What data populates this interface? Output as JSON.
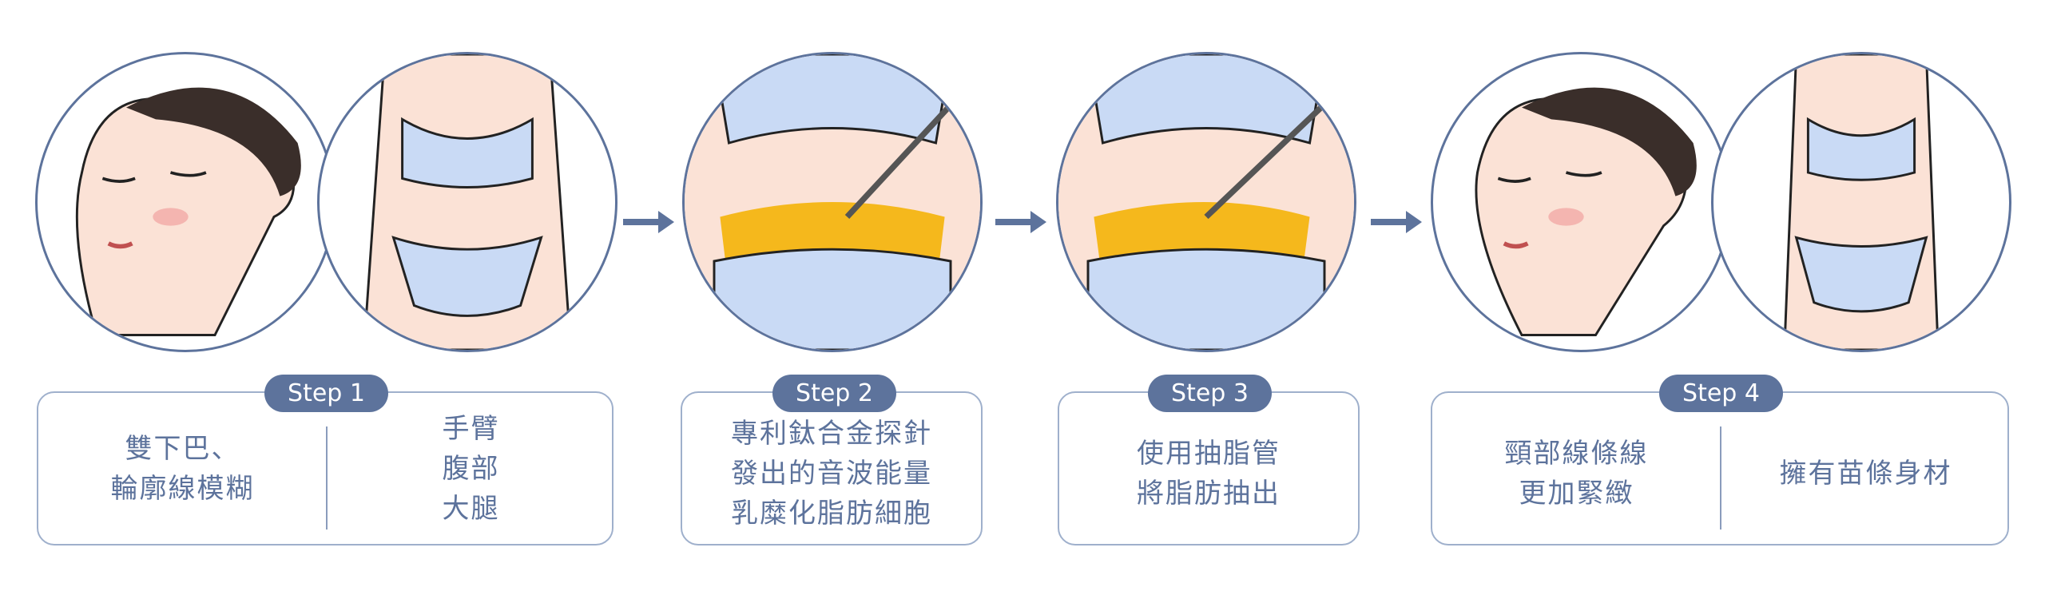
{
  "steps": [
    {
      "label": "Step 1",
      "left": [
        "雙下巴、",
        "輪廓線模糊"
      ],
      "right": [
        "手臂",
        "腹部",
        "大腿"
      ]
    },
    {
      "label": "Step 2",
      "lines": [
        "專利鈦合金探針",
        "發出的音波能量",
        "乳糜化脂肪細胞"
      ]
    },
    {
      "label": "Step 3",
      "lines": [
        "使用抽脂管",
        "將脂肪抽出"
      ]
    },
    {
      "label": "Step 4",
      "left": [
        "頸部線條線",
        "更加緊緻"
      ],
      "right": [
        "擁有苗條身材"
      ]
    }
  ],
  "colors": {
    "accent": "#5d739c",
    "skin": "#fbd9c8",
    "garment": "#c9daf5",
    "fat": "#f5b81c"
  }
}
